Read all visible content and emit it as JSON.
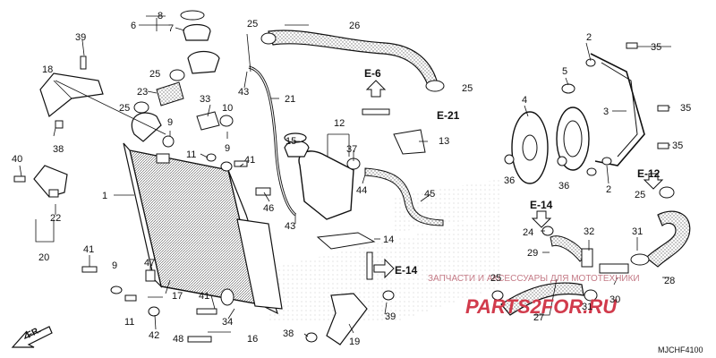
{
  "diagram_code": "MJCHF4100",
  "watermark": {
    "text": "ЗАПЧАСТИ И АКСЕССУАРЫ ДЛЯ МОТОТЕХНИКИ",
    "logo": "PARTS2FOR.RU"
  },
  "direction_label": "FR.",
  "refs": {
    "e6": "E-6",
    "e21": "E-21",
    "e12": "E-12",
    "e14_a": "E-14",
    "e14_b": "E-14"
  },
  "callouts": [
    {
      "id": "c1",
      "text": "1"
    },
    {
      "id": "c2a",
      "text": "2"
    },
    {
      "id": "c2b",
      "text": "2"
    },
    {
      "id": "c3",
      "text": "3"
    },
    {
      "id": "c4",
      "text": "4"
    },
    {
      "id": "c5",
      "text": "5"
    },
    {
      "id": "c6",
      "text": "6"
    },
    {
      "id": "c7",
      "text": "7"
    },
    {
      "id": "c8",
      "text": "8"
    },
    {
      "id": "c9a",
      "text": "9"
    },
    {
      "id": "c9b",
      "text": "9"
    },
    {
      "id": "c9c",
      "text": "9"
    },
    {
      "id": "c10",
      "text": "10"
    },
    {
      "id": "c11a",
      "text": "11"
    },
    {
      "id": "c11b",
      "text": "11"
    },
    {
      "id": "c12",
      "text": "12"
    },
    {
      "id": "c13",
      "text": "13"
    },
    {
      "id": "c14",
      "text": "14"
    },
    {
      "id": "c15",
      "text": "15"
    },
    {
      "id": "c16",
      "text": "16"
    },
    {
      "id": "c17",
      "text": "17"
    },
    {
      "id": "c18",
      "text": "18"
    },
    {
      "id": "c19",
      "text": "19"
    },
    {
      "id": "c20",
      "text": "20"
    },
    {
      "id": "c21",
      "text": "21"
    },
    {
      "id": "c22",
      "text": "22"
    },
    {
      "id": "c23",
      "text": "23"
    },
    {
      "id": "c24",
      "text": "24"
    },
    {
      "id": "c25a",
      "text": "25"
    },
    {
      "id": "c25b",
      "text": "25"
    },
    {
      "id": "c25c",
      "text": "25"
    },
    {
      "id": "c25d",
      "text": "25"
    },
    {
      "id": "c25e",
      "text": "25"
    },
    {
      "id": "c25f",
      "text": "25"
    },
    {
      "id": "c26",
      "text": "26"
    },
    {
      "id": "c27",
      "text": "27"
    },
    {
      "id": "c28",
      "text": "28"
    },
    {
      "id": "c29",
      "text": "29"
    },
    {
      "id": "c30",
      "text": "30"
    },
    {
      "id": "c31a",
      "text": "31"
    },
    {
      "id": "c31b",
      "text": "31"
    },
    {
      "id": "c32",
      "text": "32"
    },
    {
      "id": "c33",
      "text": "33"
    },
    {
      "id": "c34",
      "text": "34"
    },
    {
      "id": "c35a",
      "text": "35"
    },
    {
      "id": "c35b",
      "text": "35"
    },
    {
      "id": "c35c",
      "text": "35"
    },
    {
      "id": "c36a",
      "text": "36"
    },
    {
      "id": "c36b",
      "text": "36"
    },
    {
      "id": "c37",
      "text": "37"
    },
    {
      "id": "c38a",
      "text": "38"
    },
    {
      "id": "c38b",
      "text": "38"
    },
    {
      "id": "c39a",
      "text": "39"
    },
    {
      "id": "c39b",
      "text": "39"
    },
    {
      "id": "c40",
      "text": "40"
    },
    {
      "id": "c41a",
      "text": "41"
    },
    {
      "id": "c41b",
      "text": "41"
    },
    {
      "id": "c41c",
      "text": "41"
    },
    {
      "id": "c42",
      "text": "42"
    },
    {
      "id": "c43a",
      "text": "43"
    },
    {
      "id": "c43b",
      "text": "43"
    },
    {
      "id": "c44",
      "text": "44"
    },
    {
      "id": "c45",
      "text": "45"
    },
    {
      "id": "c46",
      "text": "46"
    },
    {
      "id": "c47",
      "text": "47"
    },
    {
      "id": "c48",
      "text": "48"
    }
  ]
}
